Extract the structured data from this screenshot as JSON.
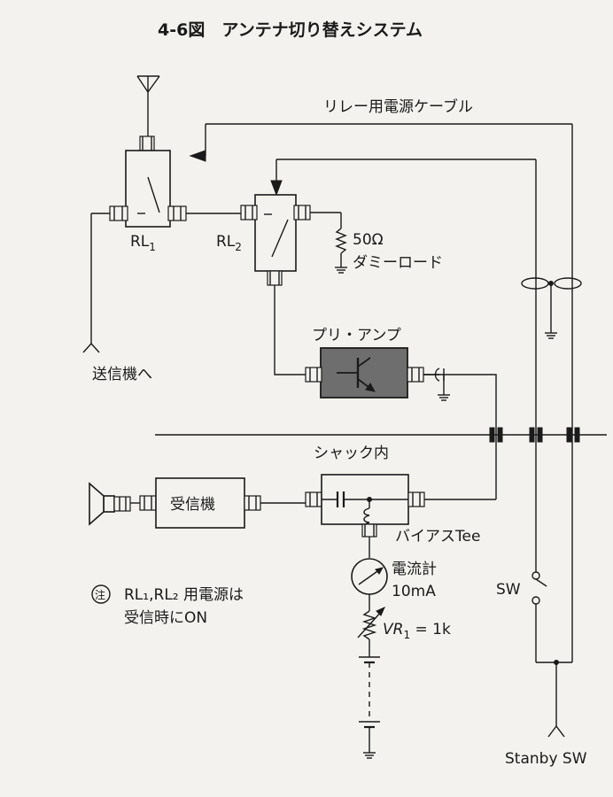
{
  "title": "4-6図　アンテナ切り替えシステム",
  "labels": {
    "relay_cable": "リレー用電源ケーブル",
    "rl1": "RL",
    "rl1_sub": "1",
    "rl2": "RL",
    "rl2_sub": "2",
    "resistor_value": "50Ω",
    "dummy_load": "ダミーロード",
    "to_transmitter": "送信機へ",
    "preamp": "プリ・アンプ",
    "shack_inside": "シャック内",
    "receiver": "受信機",
    "bias_tee": "バイアスTee",
    "ammeter": "電流計",
    "ammeter_range": "10mA",
    "vr": "VR",
    "vr_sub": "1",
    "vr_value": " = 1k",
    "switch": "SW",
    "standby_switch": "Stanby  SW"
  },
  "note": {
    "mark": "注",
    "line1": "RL₁,RL₂ 用電源は",
    "line2": "受信時にON"
  },
  "colors": {
    "ink": "#1a1a1a",
    "paper": "#f3f2ee",
    "preamp_fill": "#6e6e6e"
  }
}
